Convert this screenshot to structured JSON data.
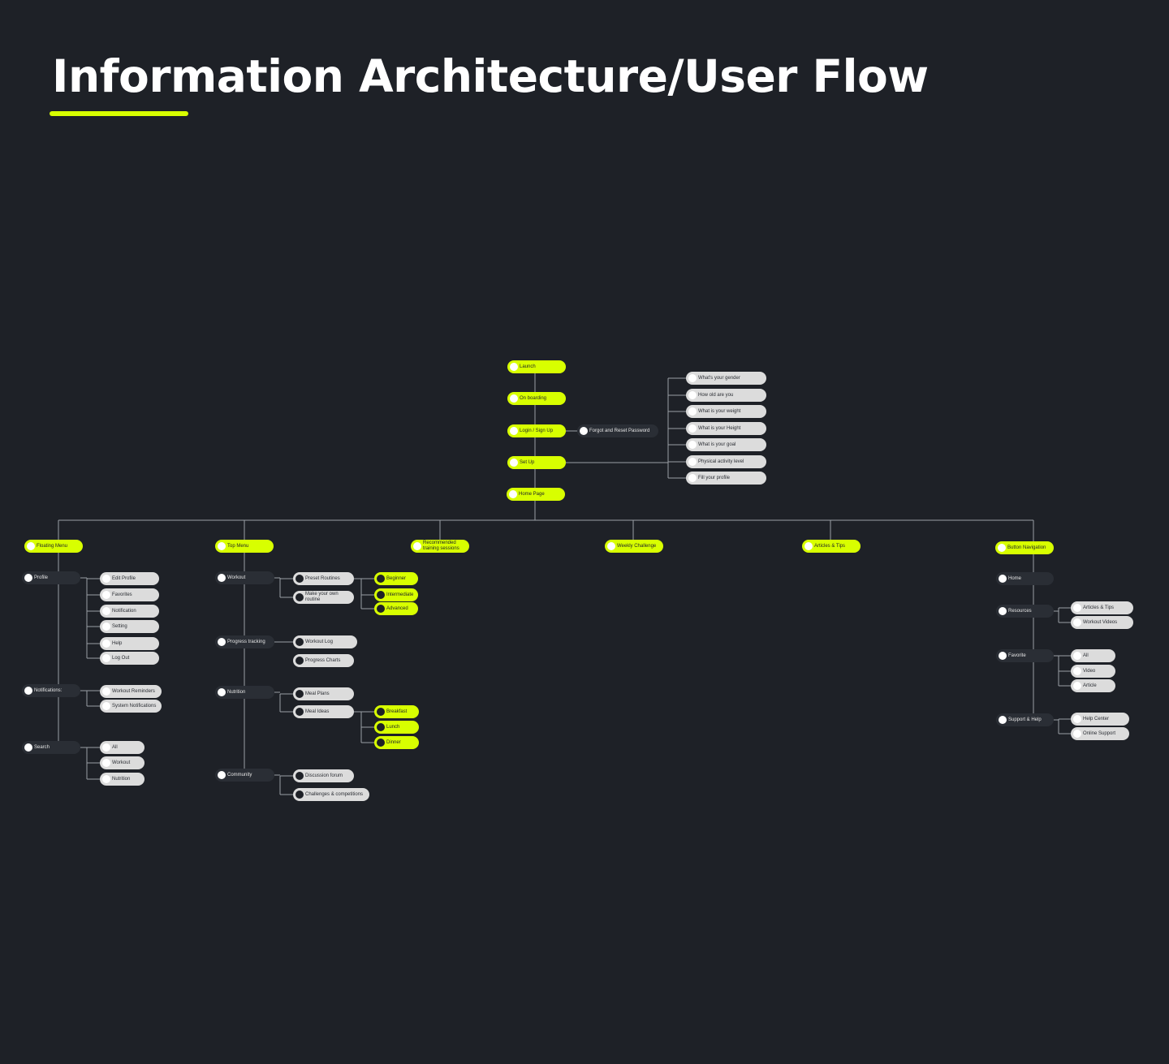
{
  "page": {
    "title": "Information Architecture/User Flow"
  },
  "colors": {
    "background": "#1e2127",
    "accent": "#d8ff00",
    "line": "#9aa0a6",
    "light_node": "#dcdcdc",
    "dark_node": "#2a2e35"
  },
  "nodes": {
    "launch": "Launch",
    "onboarding": "On boarding",
    "login": "Login / Sign Up",
    "forgot": "Forgot and Reset Password",
    "setup": "Set Up",
    "home_page": "Home Page",
    "setup_items": [
      "What's your gender",
      "How old are you",
      "What is your weight",
      "What is your Height",
      "What is your goal",
      "Physical activity level",
      "Fill your profile"
    ],
    "floating_menu": "Floating Menu",
    "top_menu": "Top Menu",
    "recommended": "Recommended training sessions",
    "weekly": "Weekly Challenge",
    "articles_tips": "Articles & Tips",
    "button_nav": "Button Navigation",
    "profile": "Profile",
    "profile_items": [
      "Edit Profile",
      "Favorites",
      "Notification",
      "Setting",
      "Help",
      "Log Out"
    ],
    "notifications": "Notifications:",
    "notification_items": [
      "Workout Reminders",
      "System Notifications"
    ],
    "search": "Search",
    "search_items": [
      "All",
      "Workout",
      "Nutrition"
    ],
    "workout": "Workout",
    "preset_routines": "Preset Routines",
    "make_routine": "Make your own routine",
    "levels": [
      "Beginner",
      "Intermediate",
      "Advanced"
    ],
    "progress_tracking": "Progress tracking",
    "progress_items": [
      "Workout Log",
      "Progress Charts"
    ],
    "nutrition": "Nutrition",
    "meal_plans": "Meal Plans",
    "meal_ideas": "Meal Ideas",
    "meals": [
      "Breakfast",
      "Lunch",
      "Dinner"
    ],
    "community": "Community",
    "community_items": [
      "Discussion forum",
      "Challenges & competitions"
    ],
    "nav_home": "Home",
    "resources": "Resources",
    "resource_items": [
      "Articles & Tips",
      "Workout Videos"
    ],
    "favorite": "Favorite",
    "favorite_items": [
      "All",
      "Video",
      "Article"
    ],
    "support": "Support & Help",
    "support_items": [
      "Help Center",
      "Online Support"
    ]
  }
}
